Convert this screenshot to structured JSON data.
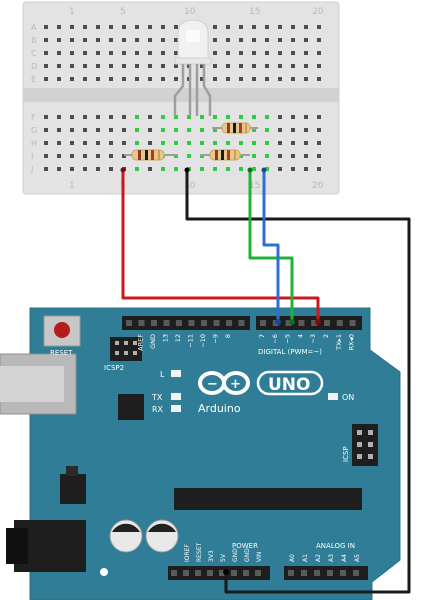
{
  "breadboard": {
    "column_numbers": [
      "1",
      "5",
      "10",
      "15",
      "20"
    ],
    "row_letters_top": [
      "A",
      "B",
      "C",
      "D",
      "E"
    ],
    "row_letters_bottom": [
      "F",
      "G",
      "H",
      "I",
      "J"
    ]
  },
  "arduino": {
    "brand": "Arduino",
    "model": "UNO",
    "reset_label": "RESET",
    "icsp2_label": "ICSP2",
    "icsp_label": "ICSP",
    "led_l": "L",
    "led_tx": "TX",
    "led_rx": "RX",
    "led_on": "ON",
    "digital_label": "DIGITAL (PWM=~)",
    "power_label": "POWER",
    "analog_label": "ANALOG IN",
    "digital_pins": [
      "AREF",
      "GND",
      "13",
      "12",
      "~11",
      "~10",
      "~9",
      "8",
      "7",
      "~6",
      "~5",
      "4",
      "~3",
      "2",
      "TX▸1",
      "RX◂0"
    ],
    "power_pins": [
      "IOREF",
      "RESET",
      "3V3",
      "5V",
      "GND",
      "GND",
      "VIN"
    ],
    "analog_pins": [
      "A0",
      "A1",
      "A2",
      "A3",
      "A4",
      "A5"
    ]
  },
  "colors": {
    "board": "#2f7d96",
    "breadboard": "#e6e6e6",
    "wire_red": "#c8191e",
    "wire_black": "#1a1a1a",
    "wire_green": "#1fb335",
    "wire_blue": "#2f6fd0",
    "resistor_body": "#e9c68d"
  }
}
